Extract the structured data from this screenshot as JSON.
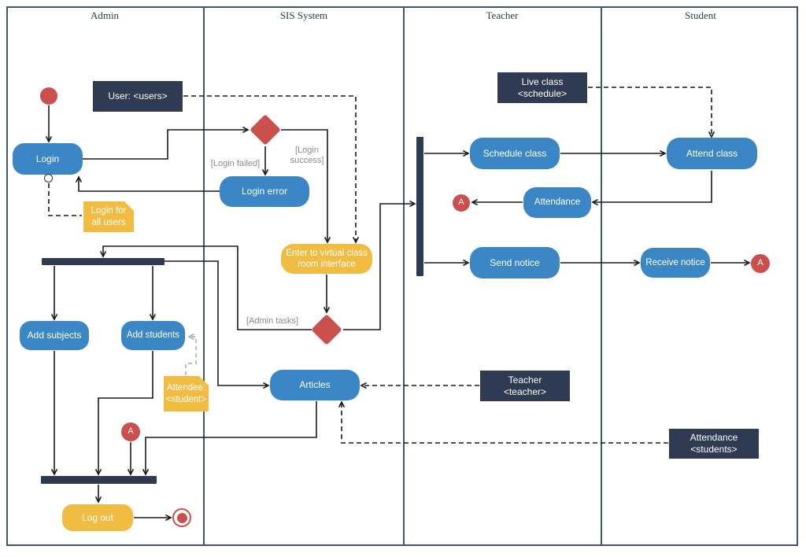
{
  "lanes": [
    {
      "label": "Admin"
    },
    {
      "label": "SIS System"
    },
    {
      "label": "Teacher"
    },
    {
      "label": "Student"
    }
  ],
  "nodes": {
    "user_object": {
      "label": "User: <users>"
    },
    "login": {
      "label": "Login"
    },
    "login_note": {
      "label": "Login for\nall users"
    },
    "login_error": {
      "label": "Login error"
    },
    "enter_virtual": {
      "label": "Enter to virtual class\nroom interface"
    },
    "add_subjects": {
      "label": "Add subjects"
    },
    "add_students": {
      "label": "Add students"
    },
    "attendee_note": {
      "label": "Attendee:\n<student>"
    },
    "articles": {
      "label": "Articles"
    },
    "log_out": {
      "label": "Log out"
    },
    "schedule_class": {
      "label": "Schedule class"
    },
    "attendance": {
      "label": "Attendance"
    },
    "send_notice": {
      "label": "Send notice"
    },
    "live_class_object": {
      "label": "Live class\n<schedule>"
    },
    "attend_class": {
      "label": "Attend class"
    },
    "receive_notice": {
      "label": "Receive notice"
    },
    "teacher_object": {
      "label": "Teacher\n<teacher>"
    },
    "attendance_object": {
      "label": "Attendance\n<students>"
    },
    "connector_a_admin": {
      "label": "A"
    },
    "connector_a_teacher": {
      "label": "A"
    },
    "connector_a_student": {
      "label": "A"
    }
  },
  "guards": {
    "login_failed": "[Login failed]",
    "login_success": "[Login\nsuccess]",
    "admin_tasks": "[Admin tasks]"
  },
  "colors": {
    "action_blue": "#3b87c6",
    "object_navy": "#2f3b52",
    "note_yellow": "#f0bc41",
    "decision_red": "#c9504c",
    "lane_border": "#44546e",
    "guard_gray": "#8b8b8b"
  }
}
